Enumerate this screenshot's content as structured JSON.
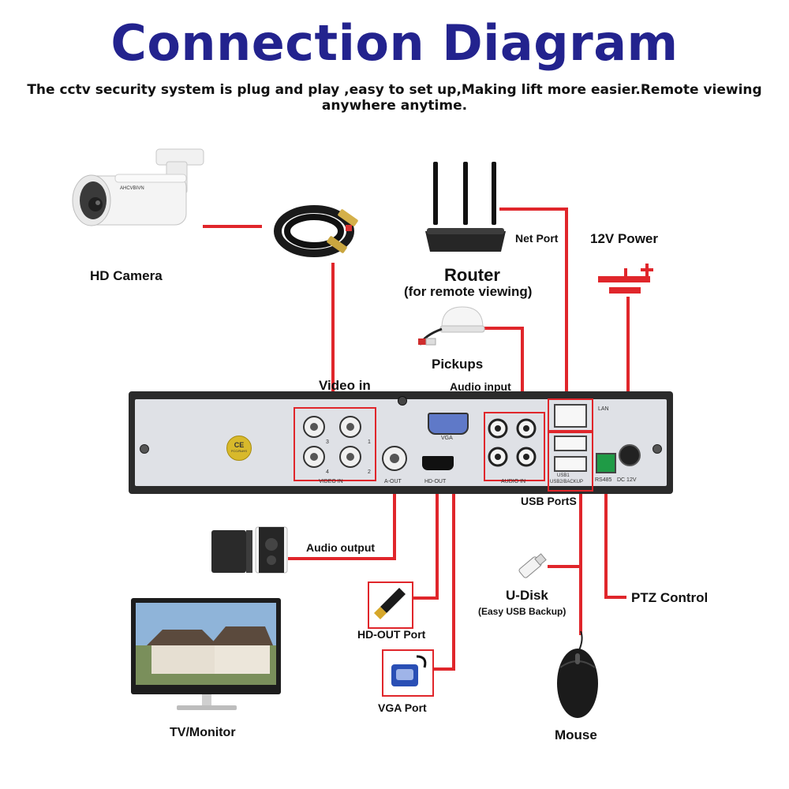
{
  "header": {
    "title": "Connection Diagram",
    "subtitle": "The cctv security system is plug and play ,easy to set up,Making lift more easier.Remote viewing anywhere anytime."
  },
  "devices": {
    "camera": "HD Camera",
    "camera_brand": "AHCVBIVN",
    "router": "Router",
    "router_note": "(for remote viewing)",
    "net_port": "Net Port",
    "power": "12V Power",
    "pickups": "Pickups",
    "audio_output": "Audio output",
    "tv_monitor": "TV/Monitor",
    "hdout_port": "HD-OUT Port",
    "vga_port": "VGA Port",
    "udisk": "U-Disk",
    "udisk_note": "(Easy USB Backup)",
    "ptz": "PTZ Control",
    "mouse": "Mouse"
  },
  "dvr": {
    "video_in_label": "Video in",
    "audio_input_label": "Audio input",
    "usb_ports_label": "USB PortS",
    "panel": {
      "video_in": "VIDEO IN",
      "a_out": "A-OUT",
      "hd_out": "HD-OUT",
      "vga": "VGA",
      "audio_in": "AUDIO IN",
      "lan": "LAN",
      "usb1": "USB1",
      "usb2": "USB2/BACKUP",
      "rs485": "RS485",
      "dc": "DC 12V",
      "ce": "CE",
      "ce_sub": "FCC/RoHS",
      "ch1": "1",
      "ch2": "2",
      "ch3": "3",
      "ch4": "4"
    }
  },
  "colors": {
    "title": "#23238e",
    "wire": "#e0262b",
    "dvr_body": "#2b2b2b",
    "dvr_panel": "#dfe1e6"
  }
}
